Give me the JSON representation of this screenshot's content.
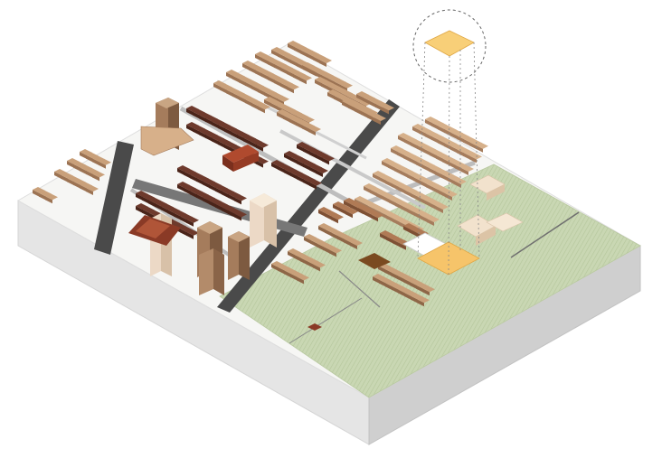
{
  "diagram": {
    "kind": "isometric-urban-site-model",
    "labels": [],
    "colors": {
      "background": "#ffffff",
      "urban_ground": "#f6f6f4",
      "green_field": "#c9d7b3",
      "green_hatch": "#b4c69b",
      "base_left": "#e5e5e5",
      "base_right": "#cfcfcf",
      "road_major": "#4a4a4a",
      "road_minor": "#bdbdbd",
      "highlight": "#f6c46a",
      "highlight_top": "#f8cf78",
      "row_house_light": "#c9a07a",
      "row_house_dark": "#6e3a2c",
      "tower_mid": "#a57c5c",
      "tower_light": "#ecd9c6",
      "accent_red": "#8a3a26",
      "outline": "#555555"
    },
    "elements": {
      "base_block": "site-base",
      "green_area": "green-field",
      "highlighted_plot": "highlight-plot",
      "elevated_callout": "callout-circle"
    }
  }
}
